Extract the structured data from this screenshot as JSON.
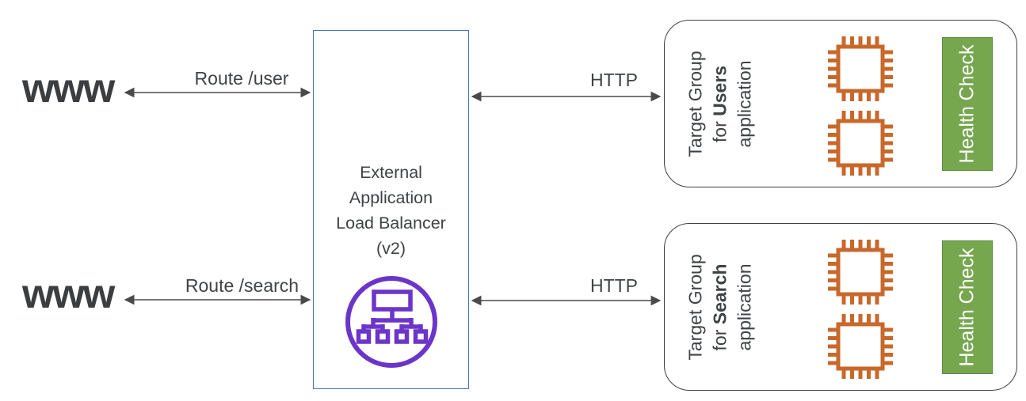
{
  "clients": [
    {
      "label": "www"
    },
    {
      "label": "www"
    }
  ],
  "connections": {
    "route_user": {
      "label": "Route /user"
    },
    "route_search": {
      "label": "Route /search"
    },
    "http_top": {
      "label": "HTTP"
    },
    "http_bottom": {
      "label": "HTTP"
    }
  },
  "load_balancer": {
    "line1": "External",
    "line2": "Application",
    "line3": "Load Balancer",
    "line4": "(v2)",
    "icon": "load-balancer-icon"
  },
  "target_groups": [
    {
      "label_line1": "Target Group",
      "label_line2_prefix": "for ",
      "label_line2_bold": "Users",
      "label_line3": "application",
      "instance_count": 2,
      "instance_icon": "ec2-instance-chip-icon",
      "health_check_label": "Health Check"
    },
    {
      "label_line1": "Target Group",
      "label_line2_prefix": "for ",
      "label_line2_bold": "Search",
      "label_line3": "application",
      "instance_count": 2,
      "instance_icon": "ec2-instance-chip-icon",
      "health_check_label": "Health Check"
    }
  ],
  "colors": {
    "lb_border_blue": "#4472C4",
    "lb_icon_purple": "#6C35C9",
    "chip_orange": "#C8682B",
    "health_green": "#76A74F",
    "health_green_border": "#5D8A3C",
    "group_border": "#404040",
    "text_dark": "#3F4345",
    "arrow": "#4A4A4A"
  }
}
